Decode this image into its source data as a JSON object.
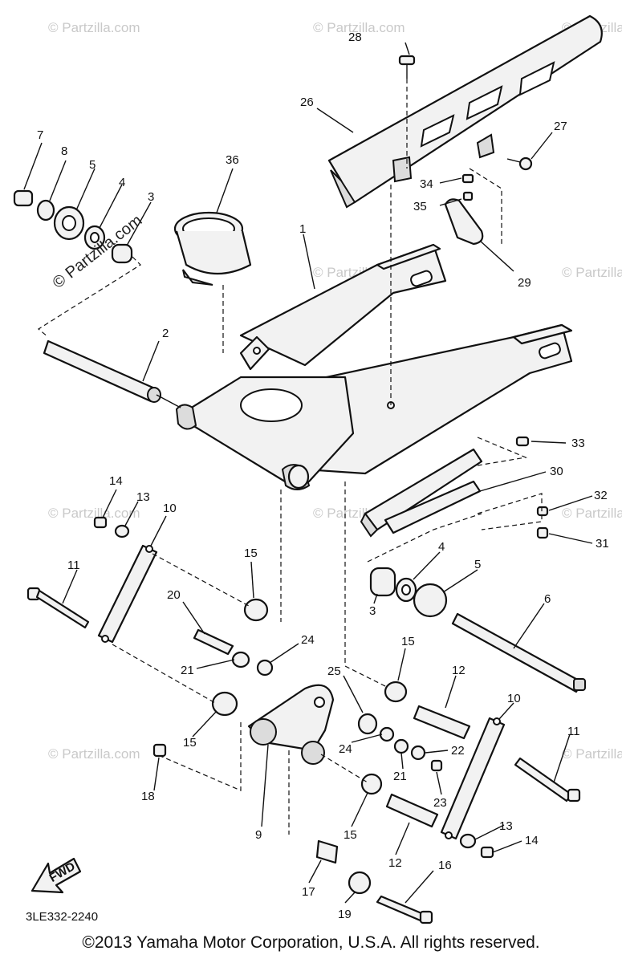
{
  "diagram": {
    "callouts": [
      {
        "id": "c1",
        "label": "1"
      },
      {
        "id": "c2",
        "label": "2"
      },
      {
        "id": "c3a",
        "label": "3"
      },
      {
        "id": "c3b",
        "label": "3"
      },
      {
        "id": "c4a",
        "label": "4"
      },
      {
        "id": "c4b",
        "label": "4"
      },
      {
        "id": "c5a",
        "label": "5"
      },
      {
        "id": "c5b",
        "label": "5"
      },
      {
        "id": "c6",
        "label": "6"
      },
      {
        "id": "c7",
        "label": "7"
      },
      {
        "id": "c8",
        "label": "8"
      },
      {
        "id": "c9",
        "label": "9"
      },
      {
        "id": "c10a",
        "label": "10"
      },
      {
        "id": "c10b",
        "label": "10"
      },
      {
        "id": "c11a",
        "label": "11"
      },
      {
        "id": "c11b",
        "label": "11"
      },
      {
        "id": "c12a",
        "label": "12"
      },
      {
        "id": "c12b",
        "label": "12"
      },
      {
        "id": "c13a",
        "label": "13"
      },
      {
        "id": "c13b",
        "label": "13"
      },
      {
        "id": "c14a",
        "label": "14"
      },
      {
        "id": "c14b",
        "label": "14"
      },
      {
        "id": "c15a",
        "label": "15"
      },
      {
        "id": "c15b",
        "label": "15"
      },
      {
        "id": "c15c",
        "label": "15"
      },
      {
        "id": "c15d",
        "label": "15"
      },
      {
        "id": "c16",
        "label": "16"
      },
      {
        "id": "c17",
        "label": "17"
      },
      {
        "id": "c18",
        "label": "18"
      },
      {
        "id": "c19",
        "label": "19"
      },
      {
        "id": "c20",
        "label": "20"
      },
      {
        "id": "c21a",
        "label": "21"
      },
      {
        "id": "c21b",
        "label": "21"
      },
      {
        "id": "c22",
        "label": "22"
      },
      {
        "id": "c23",
        "label": "23"
      },
      {
        "id": "c24a",
        "label": "24"
      },
      {
        "id": "c24b",
        "label": "24"
      },
      {
        "id": "c25",
        "label": "25"
      },
      {
        "id": "c26",
        "label": "26"
      },
      {
        "id": "c27",
        "label": "27"
      },
      {
        "id": "c28",
        "label": "28"
      },
      {
        "id": "c29",
        "label": "29"
      },
      {
        "id": "c30",
        "label": "30"
      },
      {
        "id": "c31",
        "label": "31"
      },
      {
        "id": "c32",
        "label": "32"
      },
      {
        "id": "c33",
        "label": "33"
      },
      {
        "id": "c34",
        "label": "34"
      },
      {
        "id": "c35",
        "label": "35"
      },
      {
        "id": "c36",
        "label": "36"
      }
    ],
    "watermark_main": "© Partzilla.com",
    "watermark_faint": "© Partzilla.com",
    "diagram_code": "3LE332-2240",
    "fwd_label": "FWD"
  },
  "footer": {
    "copyright": "©2013 Yamaha Motor Corporation, U.S.A. All rights reserved."
  }
}
